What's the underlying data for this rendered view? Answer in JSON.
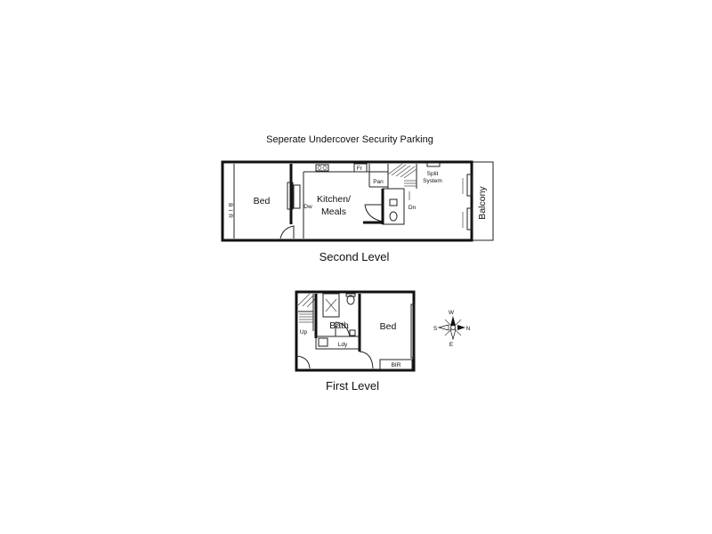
{
  "parking_note": "Seperate Undercover Security Parking",
  "second_level": {
    "caption": "Second Level",
    "rooms": {
      "bed": "Bed",
      "bir_vertical": "BIR",
      "kitchen_line1": "Kitchen/",
      "kitchen_line2": "Meals",
      "balcony": "Balcony"
    },
    "small_labels": {
      "fr": "Fr",
      "pan": "Pan",
      "dw": "Dw",
      "dn": "Dn",
      "split_line1": "Split",
      "split_line2": "System"
    }
  },
  "first_level": {
    "caption": "First Level",
    "rooms": {
      "bath": "Bath",
      "bed": "Bed",
      "lay": "Ldy",
      "bir": "BIR"
    },
    "small_labels": {
      "up": "Up"
    }
  },
  "compass": {
    "n": "N",
    "s": "S",
    "e": "E",
    "w": "W"
  }
}
